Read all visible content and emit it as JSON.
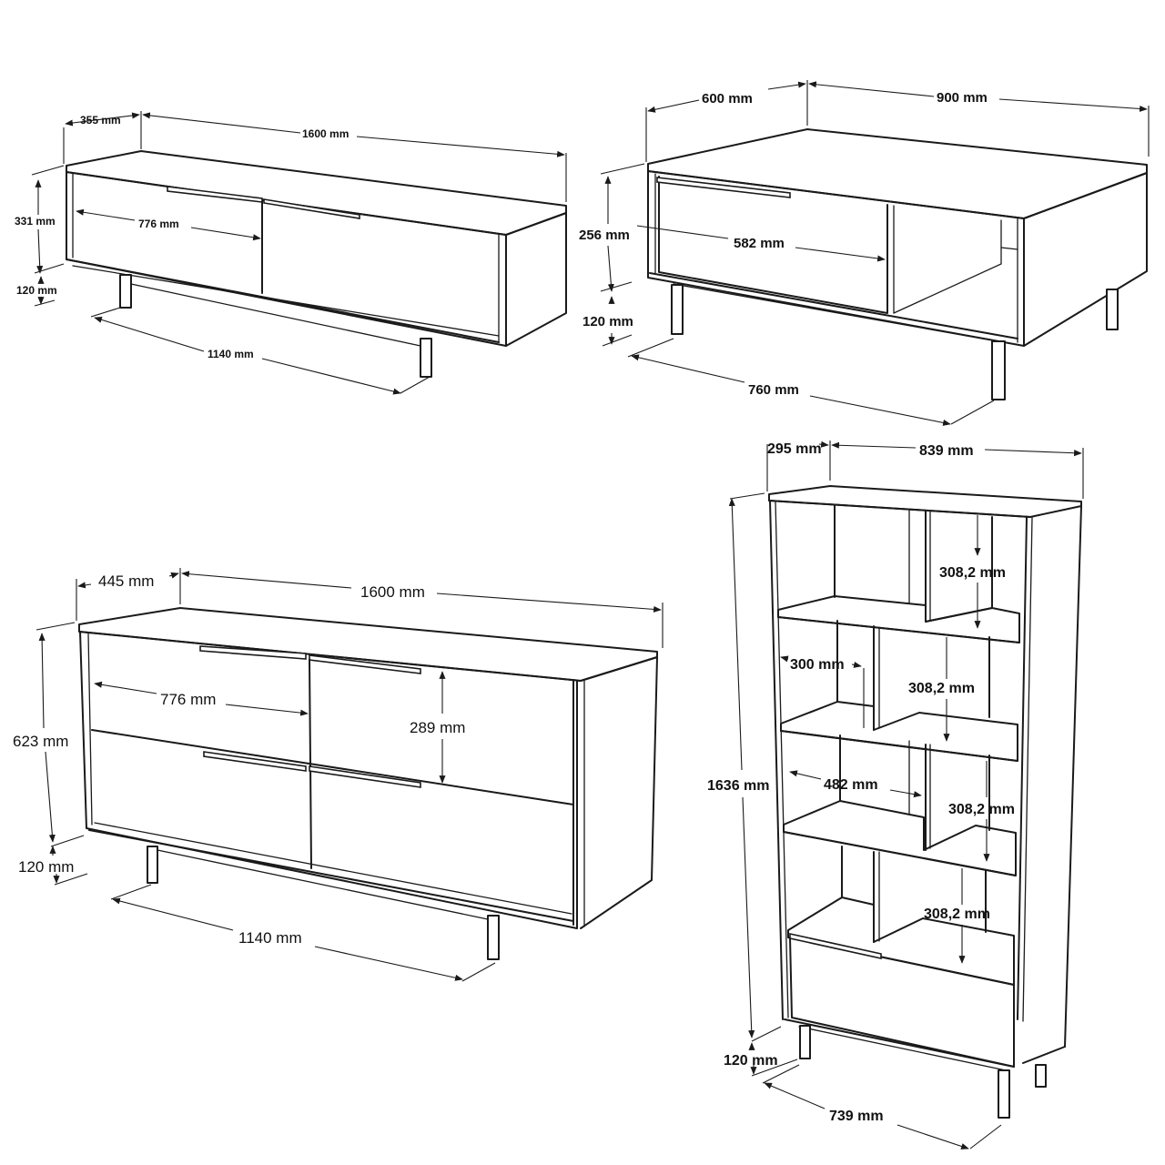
{
  "diagram": {
    "type": "furniture-dimension-drawing",
    "unit": "mm",
    "line_color": "#1a1a1a",
    "background": "#ffffff"
  },
  "tv_stand": {
    "depth": "355 mm",
    "width": "1600 mm",
    "body_height": "331 mm",
    "leg_height": "120 mm",
    "door_width": "776 mm",
    "leg_span": "1140 mm"
  },
  "coffee_table": {
    "depth": "600 mm",
    "width": "900 mm",
    "body_height": "256 mm",
    "leg_height": "120 mm",
    "drawer_width": "582 mm",
    "leg_span": "760 mm"
  },
  "sideboard": {
    "depth": "445 mm",
    "width": "1600 mm",
    "body_height": "623 mm",
    "leg_height": "120 mm",
    "drawer_width": "776 mm",
    "drawer_height": "289 mm",
    "leg_span": "1140 mm"
  },
  "bookcase": {
    "depth": "295 mm",
    "width": "839 mm",
    "body_height": "1636 mm",
    "leg_height": "120 mm",
    "compartment_width_small": "300 mm",
    "compartment_width_large": "482 mm",
    "shelf_height_1": "308,2 mm",
    "shelf_height_2": "308,2 mm",
    "shelf_height_3": "308,2 mm",
    "shelf_height_4": "308,2 mm",
    "leg_span": "739 mm"
  }
}
